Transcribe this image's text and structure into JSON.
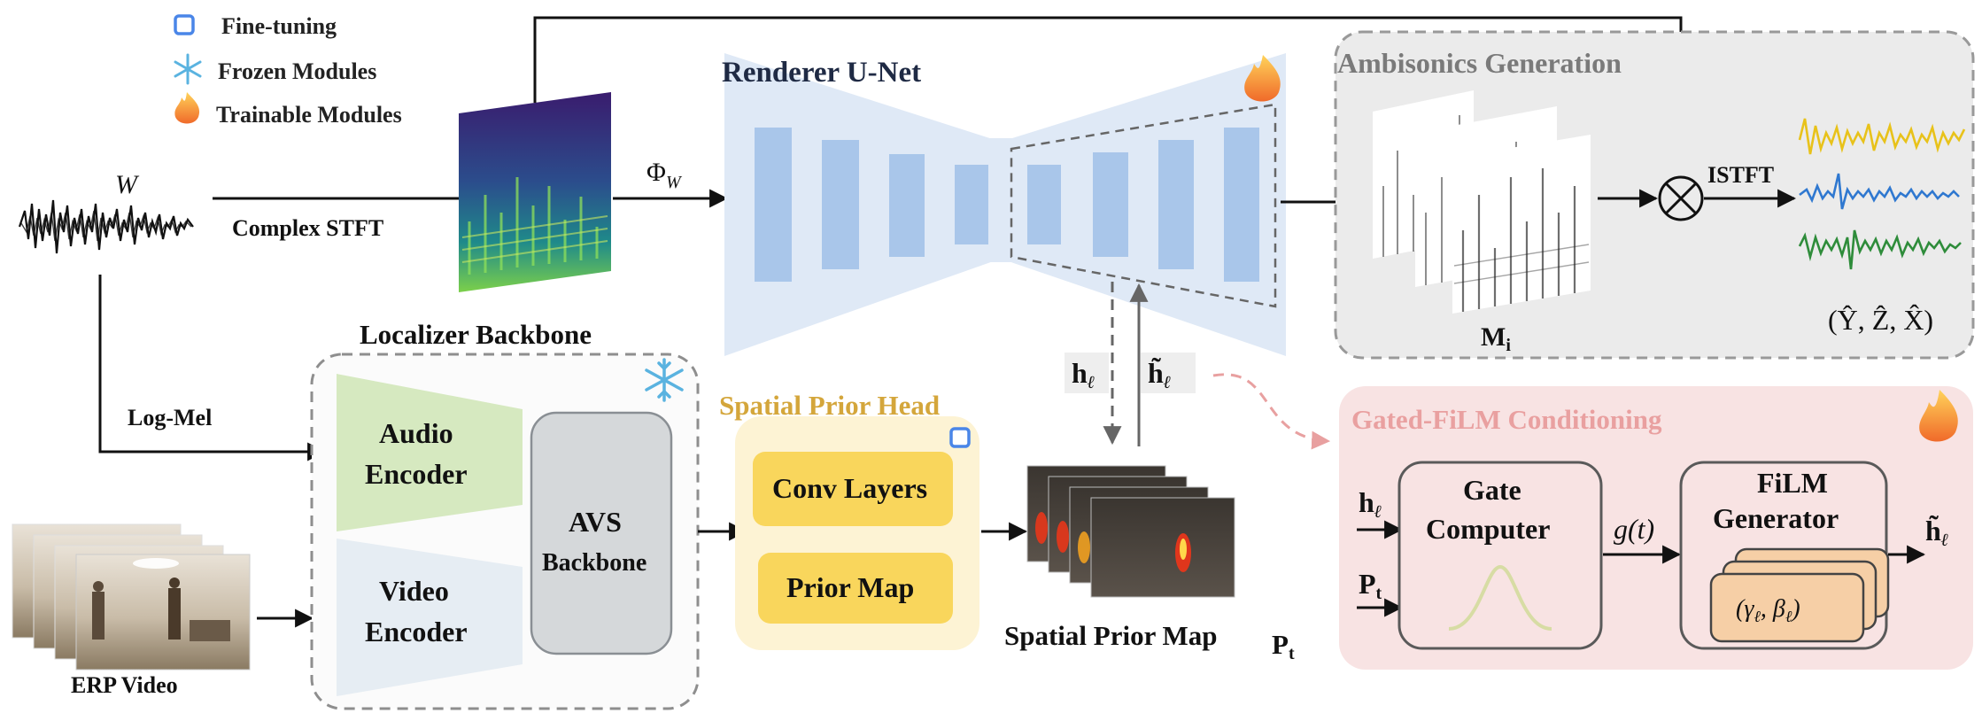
{
  "legend": {
    "fine_tuning": "Fine-tuning",
    "frozen": "Frozen Modules",
    "trainable": "Trainable Modules"
  },
  "input": {
    "waveform_label": "W",
    "complex_stft": "Complex STFT",
    "log_mel": "Log-Mel",
    "erp_video": "ERP Video"
  },
  "renderer": {
    "title": "Renderer U-Net",
    "phi_label": "Φ",
    "phi_sub": "W"
  },
  "localizer": {
    "title": "Localizer Backbone",
    "audio_encoder_l1": "Audio",
    "audio_encoder_l2": "Encoder",
    "video_encoder_l1": "Video",
    "video_encoder_l2": "Encoder",
    "avs_l1": "AVS",
    "avs_l2": "Backbone"
  },
  "prior_head": {
    "title": "Spatial Prior Head",
    "conv": "Conv Layers",
    "prior_map": "Prior Map"
  },
  "spatial_prior": {
    "label": "Spatial Prior Map",
    "symbol": "P",
    "symbol_sub": "t"
  },
  "features": {
    "h": "h",
    "h_sub": "ℓ",
    "h_tilde": "h̃",
    "h_tilde_sub": "ℓ"
  },
  "ambisonics": {
    "title": "Ambisonics Generation",
    "mask_label": "M",
    "mask_sub": "i",
    "istft": "ISTFT",
    "multiply": "⊗",
    "outputs": "(Ŷ, Ẑ, X̂)"
  },
  "film": {
    "title": "Gated-FiLM Conditioning",
    "in_h": "h",
    "in_h_sub": "ℓ",
    "in_p": "P",
    "in_p_sub": "t",
    "gate_l1": "Gate",
    "gate_l2": "Computer",
    "g_label": "g(t)",
    "gen_l1": "FiLM",
    "gen_l2": "Generator",
    "params": "(γ",
    "params_sub1": "ℓ",
    "params_mid": ", β",
    "params_sub2": "ℓ",
    "params_end": ")",
    "out_h": "h̃",
    "out_h_sub": "ℓ"
  },
  "colors": {
    "renderer_bg": "#dfe9f6",
    "unet_block": "#a9c6ea",
    "ambisonics_bg": "#ebebeb",
    "film_bg": "#f8e3e3",
    "film_title": "#e9a0a0",
    "prior_head_bg": "#fdf3d4",
    "prior_head_title": "#d4a63b",
    "yellow_block": "#f9d65c",
    "audio_encoder": "#d6e9c0",
    "video_encoder": "#e6edf3",
    "avs": "#d5d8da",
    "film_param": "#f6cfa6",
    "out_y": "#e8c21a",
    "out_z": "#2f78d0",
    "out_x": "#2e8c3a"
  }
}
